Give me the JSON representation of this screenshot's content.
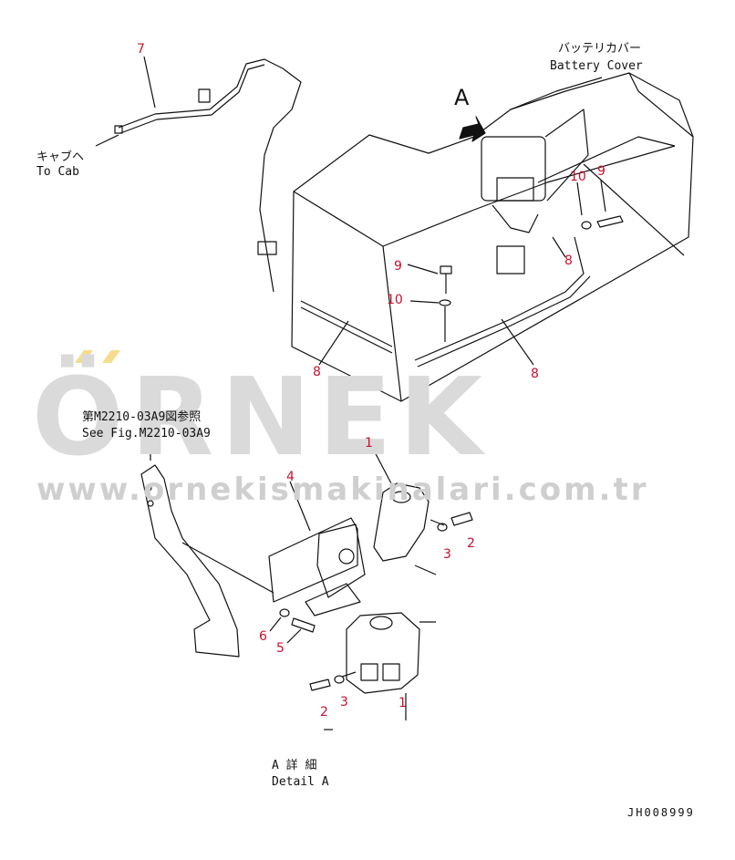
{
  "watermark": {
    "brand": "ÖRNEK",
    "url": "www.ornekismakinalari.com.tr",
    "color": "#dadada",
    "accent": "#f5dc8c"
  },
  "callouts": {
    "c7": "7",
    "c9a": "9",
    "c10a": "10",
    "c8a": "8",
    "c9b": "9",
    "c10b": "10",
    "c8b": "8",
    "c8c": "8",
    "c1a": "1",
    "c4": "4",
    "c3a": "3",
    "c2a": "2",
    "c6": "6",
    "c5": "5",
    "c1b": "1",
    "c3b": "3",
    "c2b": "2"
  },
  "labels": {
    "to_cab_jp": "キャブヘ",
    "to_cab_en": "To Cab",
    "battery_cover_jp": "バッテリカバー",
    "battery_cover_en": "Battery Cover",
    "view_a": "A",
    "see_fig_jp": "第M2210-03A9図参照",
    "see_fig_en": "See Fig.M2210-03A9",
    "detail_jp": "A 詳 細",
    "detail_en": "Detail A",
    "drawing_code": "JH008999"
  },
  "colors": {
    "callout": "#c8102e",
    "line": "#111111"
  }
}
